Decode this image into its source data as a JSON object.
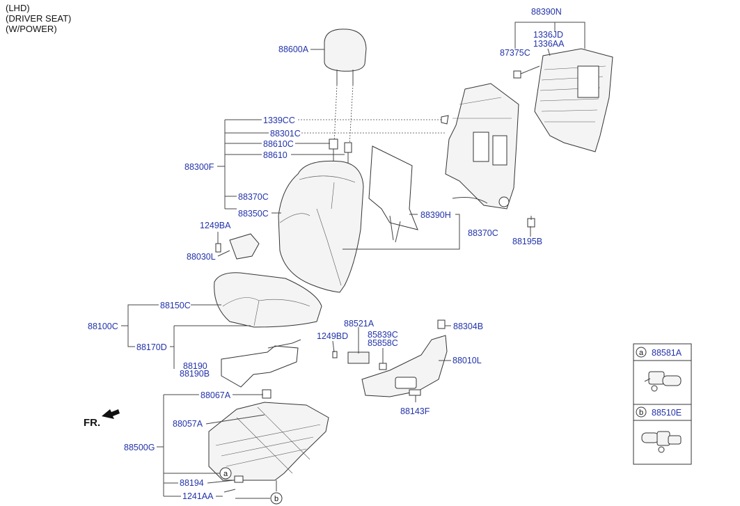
{
  "notes": [
    "(LHD)",
    "(DRIVER SEAT)",
    "(W/POWER)"
  ],
  "direction_label": "FR.",
  "callout_markers": [
    "a",
    "b"
  ],
  "parts": {
    "p88390N": "88390N",
    "p1336JD": "1336JD",
    "p1336AA": "1336AA",
    "p87375C": "87375C",
    "p88600A": "88600A",
    "p1339CC": "1339CC",
    "p88301C": "88301C",
    "p88610C": "88610C",
    "p88610": "88610",
    "p88300F": "88300F",
    "p88370C_a": "88370C",
    "p88350C": "88350C",
    "p88390H": "88390H",
    "p88370C_b": "88370C",
    "p88195B": "88195B",
    "p1249BA": "1249BA",
    "p88030L": "88030L",
    "p88150C": "88150C",
    "p88100C": "88100C",
    "p88170D": "88170D",
    "p88190": "88190",
    "p88190B": "88190B",
    "p88521A": "88521A",
    "p1249BD": "1249BD",
    "p85839C": "85839C",
    "p85858C": "85858C",
    "p88304B": "88304B",
    "p88010L": "88010L",
    "p88143F": "88143F",
    "p88067A": "88067A",
    "p88057A": "88057A",
    "p88500G": "88500G",
    "p88194": "88194",
    "p1241AA": "1241AA"
  },
  "inset": [
    {
      "marker": "a",
      "part": "88581A"
    },
    {
      "marker": "b",
      "part": "88510E"
    }
  ]
}
